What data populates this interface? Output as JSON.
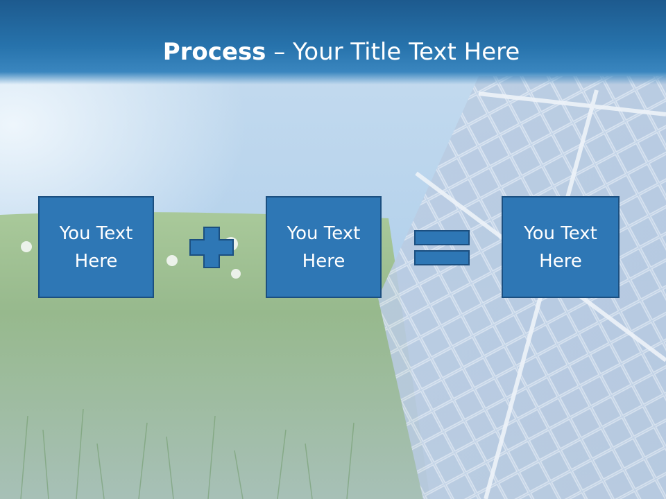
{
  "slide": {
    "title_bold": "Process",
    "title_rest": " – Your Title Text Here",
    "boxes": [
      {
        "label": "You Text Here"
      },
      {
        "label": "You Text Here"
      },
      {
        "label": "You Text Here"
      }
    ],
    "operators": [
      "plus-sign",
      "equals-sign"
    ],
    "colors": {
      "header": "#2773ac",
      "box_fill": "#2e77b5",
      "box_border": "#1b4f80",
      "text": "#ffffff"
    }
  }
}
